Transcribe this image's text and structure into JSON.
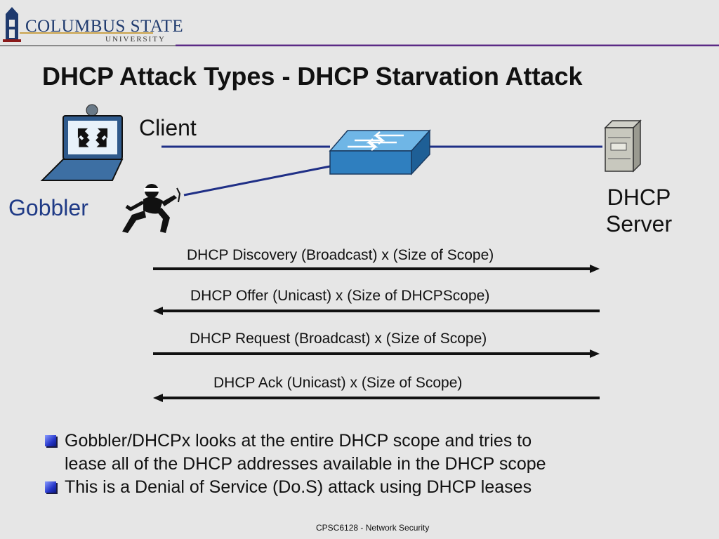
{
  "logo": {
    "name": "COLUMBUS STATE",
    "subtitle": "UNIVERSITY",
    "icon": "tower-icon"
  },
  "title": "DHCP Attack Types - DHCP Starvation Attack",
  "diagram": {
    "client_label": "Client",
    "gobbler_label": "Gobbler",
    "server_label_line1": "DHCP",
    "server_label_line2": "Server",
    "messages": [
      {
        "text": "DHCP Discovery (Broadcast) x (Size of Scope)",
        "direction": "right"
      },
      {
        "text": "DHCP Offer (Unicast) x (Size of DHCPScope)",
        "direction": "left"
      },
      {
        "text": "DHCP Request (Broadcast) x (Size of Scope)",
        "direction": "right"
      },
      {
        "text": "DHCP Ack (Unicast) x (Size of Scope)",
        "direction": "left"
      }
    ],
    "icons": [
      "laptop-icon",
      "switch-icon",
      "server-icon",
      "gobbler-icon"
    ],
    "colors": {
      "link": "#1f2f86",
      "switch": "#4a9ed6",
      "gobbler_text": "#1f3a86",
      "header_line": "#5b2a86"
    }
  },
  "bullets": [
    {
      "line1": "Gobbler/DHCPx looks at the entire DHCP scope and tries to",
      "line2": "lease all of the DHCP addresses available in the DHCP scope"
    },
    {
      "line1": "This is a Denial of Service (Do.S) attack using DHCP leases"
    }
  ],
  "footer": "CPSC6128 - Network Security"
}
